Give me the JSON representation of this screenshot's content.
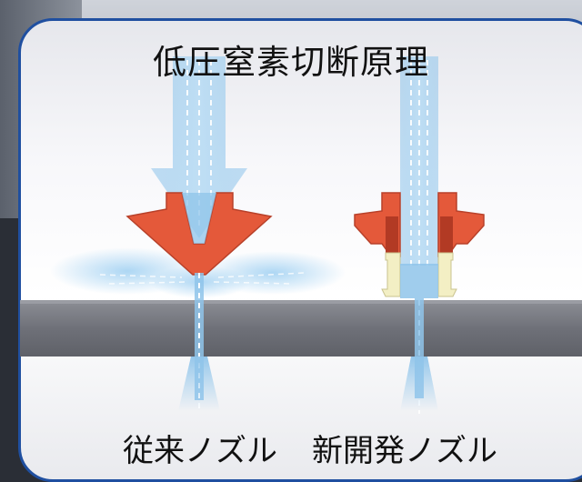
{
  "title": "低圧窒素切断原理",
  "captions": {
    "left": "従来ノズル",
    "right": "新開発ノズル"
  },
  "colors": {
    "border": "#1f4fa0",
    "nozzle": "#e4593a",
    "beam": "#8fc4ea",
    "plate": "#7a7c84",
    "tip": "#f3efc4"
  }
}
